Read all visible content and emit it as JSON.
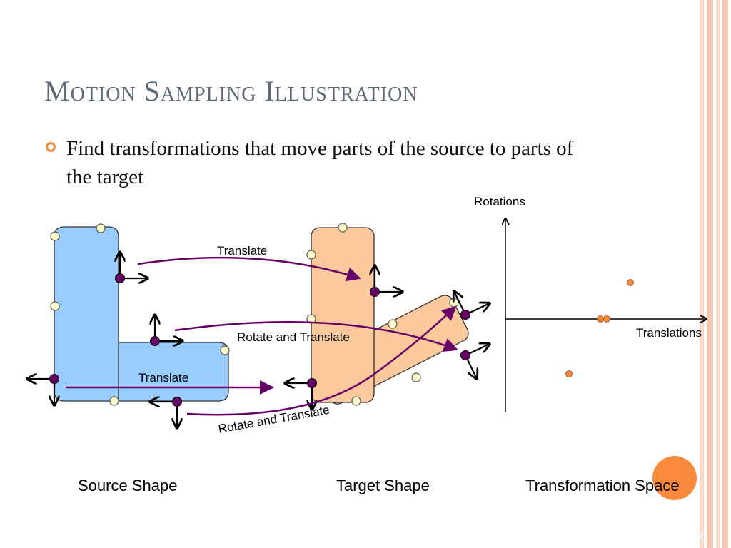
{
  "slide": {
    "title": "Motion Sampling Illustration",
    "bullet": "Find transformations that move parts of the source to parts of the target",
    "page_number": "26"
  },
  "diagram": {
    "arrow_labels": {
      "translate_top": "Translate",
      "rotate_translate_mid": "Rotate and Translate",
      "translate_bottom": "Translate",
      "rotate_translate_bottom": "Rotate and Translate"
    },
    "axes": {
      "y_label": "Rotations",
      "x_label": "Translations"
    },
    "captions": {
      "source": "Source Shape",
      "target": "Target Shape",
      "space": "Transformation Space"
    }
  },
  "colors": {
    "source_fill": "#99ccff",
    "target_fill": "#fbc99b",
    "curve": "#660066",
    "feature_point": "#650064",
    "sample_point": "#ffffcc",
    "transform_point": "#f08c3c",
    "stripe": "#f7c6b0"
  }
}
